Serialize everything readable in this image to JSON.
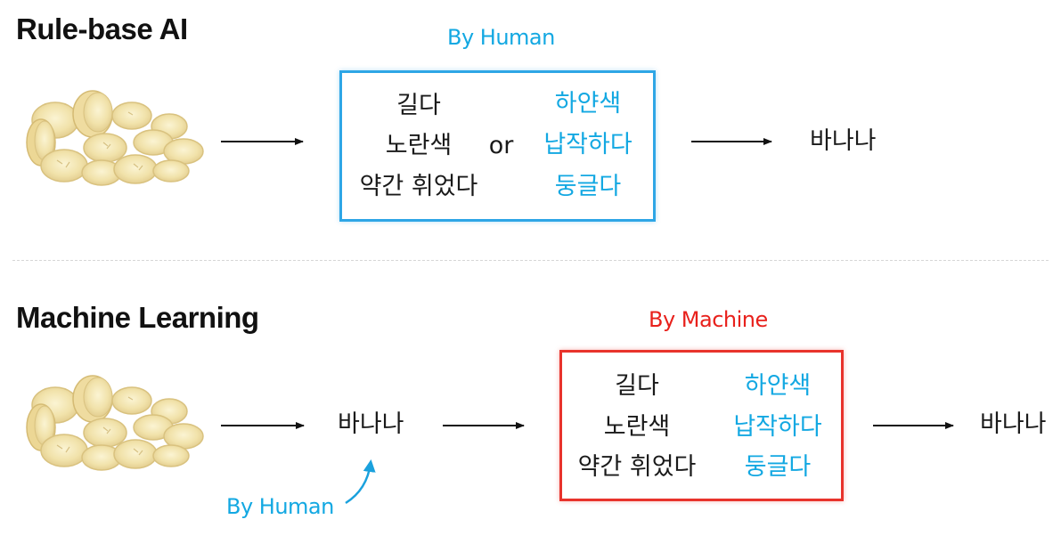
{
  "sections": {
    "rule": {
      "title": "Rule-base AI",
      "by_label": "By Human",
      "features_left": [
        "길다",
        "노란색",
        "약간 휘었다"
      ],
      "connector": "or",
      "features_right": [
        "하얀색",
        "납작하다",
        "둥글다"
      ],
      "result": "바나나"
    },
    "ml": {
      "title": "Machine Learning",
      "by_label": "By Machine",
      "label_input": "바나나",
      "label_source": "By Human",
      "features_left": [
        "길다",
        "노란색",
        "약간 휘었다"
      ],
      "features_right": [
        "하얀색",
        "납작하다",
        "둥글다"
      ],
      "result": "바나나"
    }
  },
  "colors": {
    "human_accent": "#13a8e2",
    "machine_accent": "#e8211c",
    "banana": "#f3e6b4"
  },
  "icons": [
    "banana-slices-image",
    "arrow-right-icon",
    "curved-arrow-icon"
  ]
}
